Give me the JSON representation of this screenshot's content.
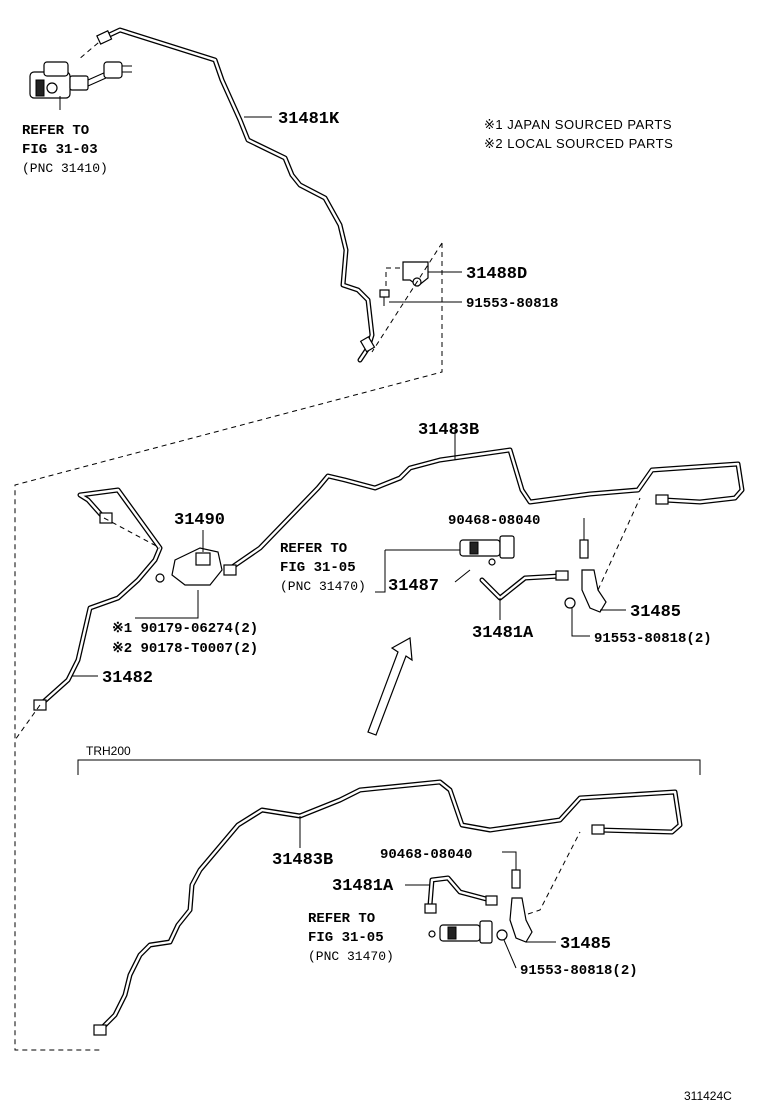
{
  "notes": {
    "japan": "※1 JAPAN SOURCED PARTS",
    "local": "※2 LOCAL SOURCED PARTS"
  },
  "labels": {
    "refer_top_1": "REFER TO",
    "refer_top_2": "FIG 31-03",
    "refer_top_3": "(PNC 31410)",
    "p31481K": "31481K",
    "p31488D": "31488D",
    "p91553_top": "91553-80818",
    "p31483B_mid": "31483B",
    "p31490": "31490",
    "refer_mid_1": "REFER TO",
    "refer_mid_2": "FIG 31-05",
    "refer_mid_3": "(PNC 31470)",
    "p31487": "31487",
    "p90468_mid": "90468-08040",
    "p31485_mid": "31485",
    "p31481A_mid": "31481A",
    "p91553_mid": "91553-80818(2)",
    "p90179": "※1 90179-06274(2)",
    "p90178": "※2 90178-T0007(2)",
    "p31482": "31482",
    "trh": "TRH200",
    "p31483B_bot": "31483B",
    "p90468_bot": "90468-08040",
    "p31481A_bot": "31481A",
    "refer_bot_1": "REFER TO",
    "refer_bot_2": "FIG 31-05",
    "refer_bot_3": "(PNC 31470)",
    "p31485_bot": "31485",
    "p91553_bot": "91553-80818(2)",
    "figure_id": "311424C"
  }
}
